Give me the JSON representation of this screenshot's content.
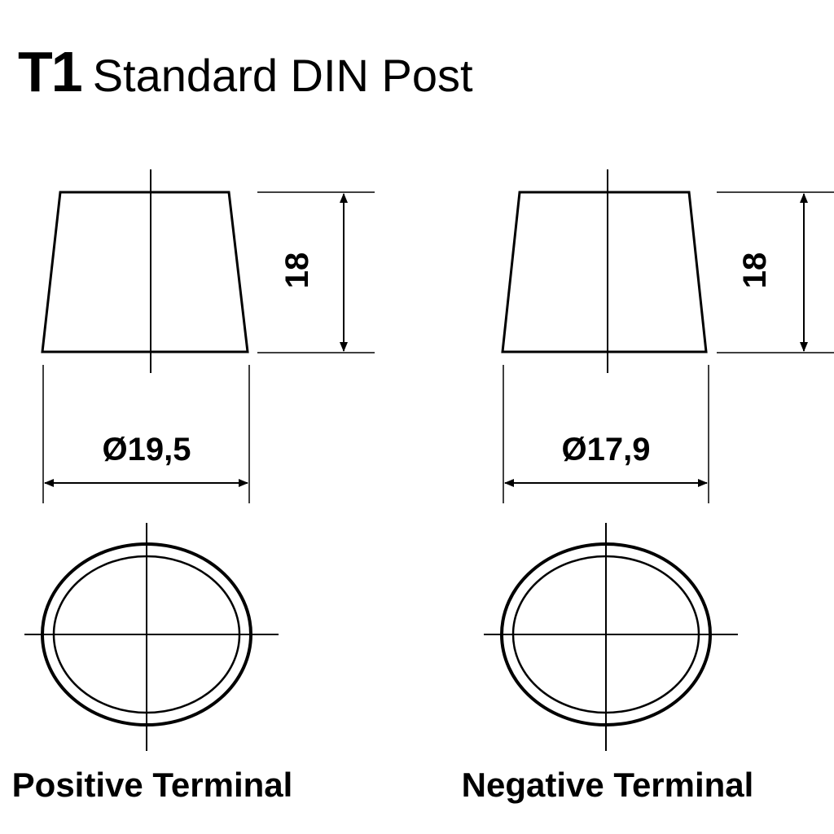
{
  "header": {
    "code": "T1",
    "name": "Standard DIN Post"
  },
  "terminals": [
    {
      "height": "18",
      "diameter": "Ø19,5",
      "caption": "Positive Terminal"
    },
    {
      "height": "18",
      "diameter": "Ø17,9",
      "caption": "Negative Terminal"
    }
  ],
  "colors": {
    "line": "#000000",
    "background": "#ffffff"
  }
}
